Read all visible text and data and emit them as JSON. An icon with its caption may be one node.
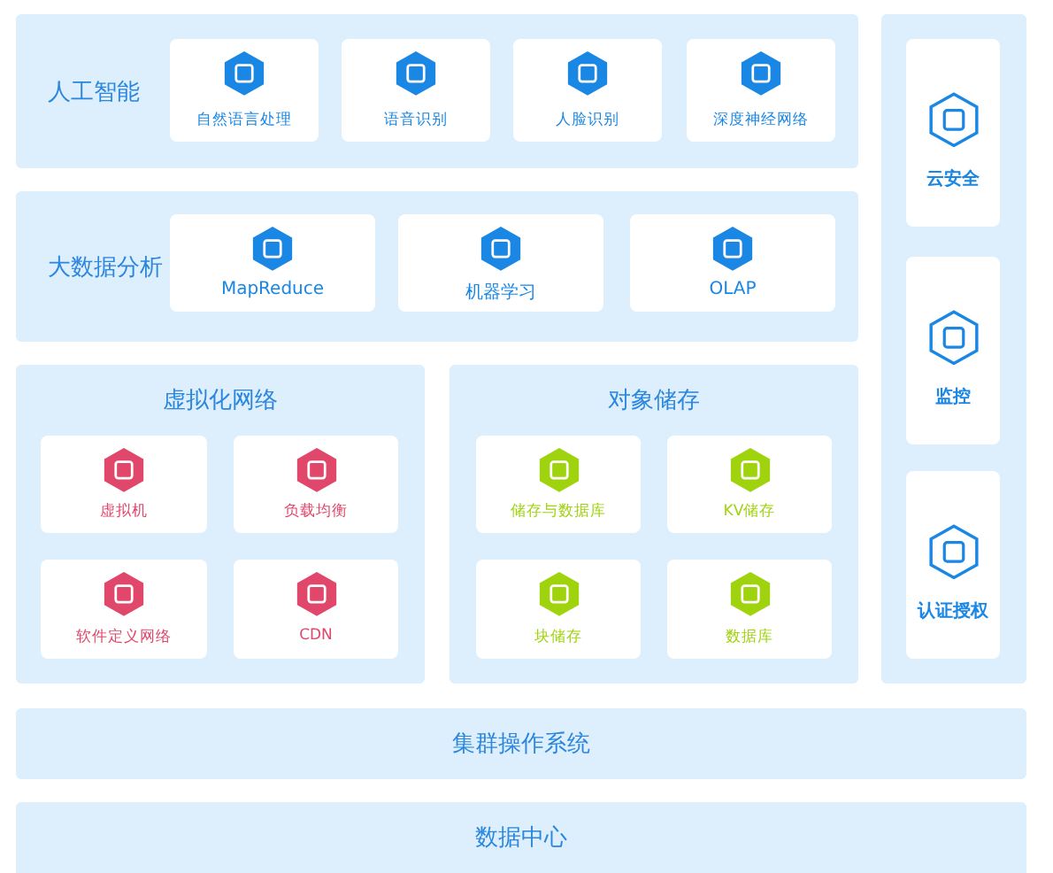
{
  "diagram": {
    "nodes": [
      {
        "text": [
          "人工智能"
        ]
      },
      {
        "text": [
          "自然语言处理"
        ],
        "in": 0
      },
      {
        "text": [
          "语音识别"
        ],
        "in": 0
      },
      {
        "text": [
          "人脸识别"
        ],
        "in": 0
      },
      {
        "text": [
          "深度神经网络"
        ],
        "in": 0
      },
      {
        "text": [
          "大数据分析"
        ]
      },
      {
        "text": [
          "MapReduce"
        ],
        "in": 5
      },
      {
        "text": [
          "机器学习"
        ],
        "in": 5
      },
      {
        "text": [
          "OLAP"
        ],
        "in": 5
      },
      {
        "text": [
          "虚拟化网络"
        ]
      },
      {
        "text": [
          "虚拟机"
        ],
        "in": 9
      },
      {
        "text": [
          "负载均衡"
        ],
        "in": 9
      },
      {
        "text": [
          "软件定义网络"
        ],
        "in": 9
      },
      {
        "text": [
          "CDN"
        ],
        "in": 9
      },
      {
        "text": [
          "对象储存"
        ]
      },
      {
        "text": [
          "储存与数据库"
        ],
        "in": 14
      },
      {
        "text": [
          "KV储存"
        ],
        "in": 14
      },
      {
        "text": [
          "块储存"
        ],
        "in": 14
      },
      {
        "text": [
          "数据库"
        ],
        "in": 14
      },
      {
        "text": [],
        "shape": "box"
      },
      {
        "text": [
          "云安全"
        ],
        "in": 19
      },
      {
        "text": [
          "监控"
        ],
        "in": 19
      },
      {
        "text": [
          "认证授权"
        ],
        "in": 19
      },
      {
        "text": [
          "集群操作系统"
        ]
      },
      {
        "text": [
          "数据中心"
        ]
      }
    ]
  }
}
